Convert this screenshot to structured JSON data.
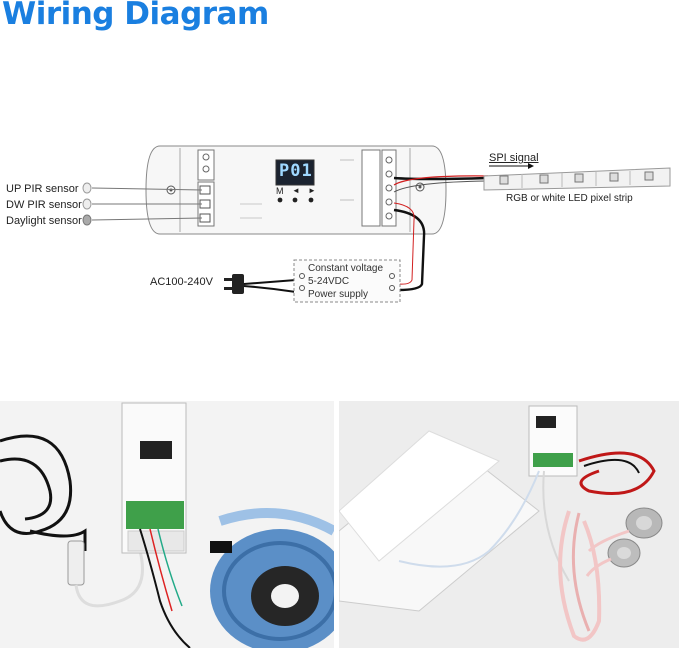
{
  "title": "Wiring Diagram",
  "sensors": [
    "UP PIR sensor",
    "DW PIR sensor",
    "Daylight sensor"
  ],
  "ac_input": "AC100-240V",
  "power_supply": [
    "Constant voltage",
    "5-24VDC",
    "Power supply"
  ],
  "spi_signal": "SPI signal",
  "strip_label": "RGB or white LED pixel strip",
  "controller": {
    "display": "P01",
    "buttons": [
      "M",
      "◄",
      "►"
    ]
  },
  "colors": {
    "title": "#1a7fe0",
    "wire_red": "#d22020",
    "wire_black": "#111111"
  }
}
